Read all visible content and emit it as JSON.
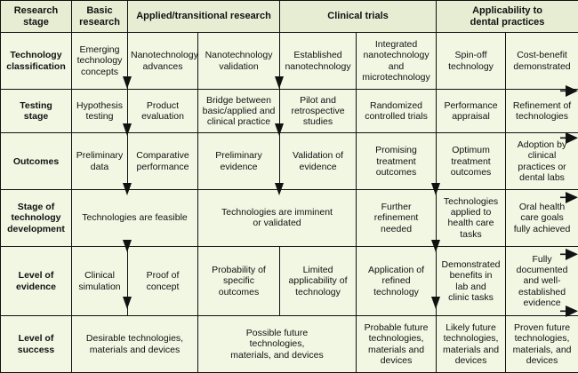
{
  "figure": {
    "title": "Research stage matrix for nanotechnology in dental practice",
    "colors": {
      "header_green": "#e7edd3",
      "body_cream": "#f1f7e3",
      "row_label_lavender": "#dadced",
      "border": "#111111",
      "text": "#111111"
    },
    "arrow_note": "Column dividers terminate in downward arrowheads; row dividers extend past the right edge terminating in rightward arrowheads."
  },
  "header": {
    "corner_label": "Research\nstage",
    "corner_line1": "Research",
    "corner_line2": "stage",
    "groups": [
      {
        "label": "Basic\nresearch",
        "line1": "Basic",
        "line2": "research",
        "span": 1
      },
      {
        "label": "Applied/transitional research",
        "span": 2
      },
      {
        "label": "Clinical trials",
        "span": 2
      },
      {
        "label": "Applicability to\ndental practices",
        "line1": "Applicability to",
        "line2": "dental practices",
        "span": 2
      }
    ]
  },
  "rows": [
    {
      "label": "Technology\nclassification",
      "label_line1": "Technology",
      "label_line2": "classification",
      "cells": [
        {
          "text": "Emerging\ntechnology\nconcepts",
          "span": 1
        },
        {
          "text": "Nanotechnology\nadvances",
          "span": 1
        },
        {
          "text": "Nanotechnology\nvalidation",
          "span": 1
        },
        {
          "text": "Established\nnanotechnology",
          "span": 1
        },
        {
          "text": "Integrated\nnanotechnology\nand\nmicrotechnology",
          "span": 1
        },
        {
          "text": "Spin-off\ntechnology",
          "span": 1
        },
        {
          "text": "Cost-benefit\ndemonstrated",
          "span": 1
        }
      ]
    },
    {
      "label": "Testing\nstage",
      "label_line1": "Testing",
      "label_line2": "stage",
      "cells": [
        {
          "text": "Hypothesis\ntesting",
          "span": 1
        },
        {
          "text": "Product\nevaluation",
          "span": 1
        },
        {
          "text": "Bridge between\nbasic/applied and\nclinical practice",
          "span": 1
        },
        {
          "text": "Pilot and\nretrospective\nstudies",
          "span": 1
        },
        {
          "text": "Randomized\ncontrolled trials",
          "span": 1
        },
        {
          "text": "Performance\nappraisal",
          "span": 1
        },
        {
          "text": "Refinement of\ntechnologies",
          "span": 1
        }
      ]
    },
    {
      "label": "Outcomes",
      "label_line1": "Outcomes",
      "label_line2": "",
      "cells": [
        {
          "text": "Preliminary\ndata",
          "span": 1
        },
        {
          "text": "Comparative\nperformance",
          "span": 1
        },
        {
          "text": "Preliminary\nevidence",
          "span": 1
        },
        {
          "text": "Validation of\nevidence",
          "span": 1
        },
        {
          "text": "Promising\ntreatment\noutcomes",
          "span": 1
        },
        {
          "text": "Optimum\ntreatment\noutcomes",
          "span": 1
        },
        {
          "text": "Adoption by\nclinical\npractices or\ndental labs",
          "span": 1
        }
      ]
    },
    {
      "label": "Stage of\ntechnology\ndevelopment",
      "label_line1": "Stage of",
      "label_line2": "technology",
      "label_line3": "development",
      "cells": [
        {
          "text": "Technologies are feasible",
          "span": 2
        },
        {
          "text": "Technologies are imminent\nor validated",
          "span": 2
        },
        {
          "text": "Further\nrefinement\nneeded",
          "span": 1
        },
        {
          "text": "Technologies\napplied to\nhealth care\ntasks",
          "span": 1
        },
        {
          "text": "Oral health\ncare goals\nfully achieved",
          "span": 1
        }
      ]
    },
    {
      "label": "Level of\nevidence",
      "label_line1": "Level of",
      "label_line2": "evidence",
      "cells": [
        {
          "text": "Clinical\nsimulation",
          "span": 1
        },
        {
          "text": "Proof of\nconcept",
          "span": 1
        },
        {
          "text": "Probability of\nspecific\noutcomes",
          "span": 1
        },
        {
          "text": "Limited\napplicability of\ntechnology",
          "span": 1
        },
        {
          "text": "Application of\nrefined\ntechnology",
          "span": 1
        },
        {
          "text": "Demonstrated\nbenefits in\nlab and\nclinic tasks",
          "span": 1
        },
        {
          "text": "Fully\ndocumented\nand well-\nestablished\nevidence",
          "span": 1
        }
      ]
    },
    {
      "label": "Level of\nsuccess",
      "label_line1": "Level of",
      "label_line2": "success",
      "cells": [
        {
          "text": "Desirable technologies,\nmaterials and devices",
          "span": 2
        },
        {
          "text": "Possible future\ntechnologies,\nmaterials, and devices",
          "span": 2
        },
        {
          "text": "Probable future\ntechnologies,\nmaterials and\ndevices",
          "span": 1
        },
        {
          "text": "Likely future\ntechnologies,\nmaterials and\ndevices",
          "span": 1
        },
        {
          "text": "Proven future\ntechnologies,\nmaterials, and\ndevices",
          "span": 1
        }
      ]
    }
  ]
}
